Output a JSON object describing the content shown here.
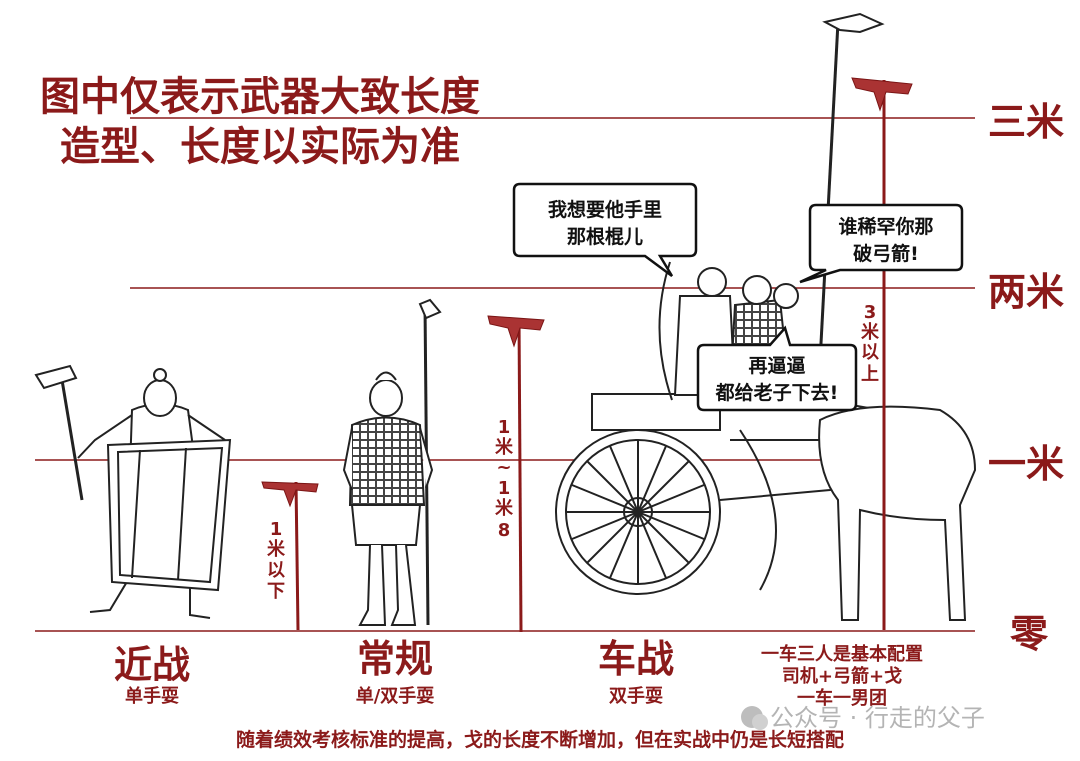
{
  "title_lines": [
    "图中仅表示武器大致长度",
    "造型、长度以实际为准"
  ],
  "scale_labels": {
    "three_m": "三米",
    "two_m": "两米",
    "one_m": "一米",
    "zero": "零"
  },
  "weapon_length_labels": {
    "under_1m": [
      "1",
      "米",
      "以",
      "下"
    ],
    "one_to_1_8": [
      "1",
      "米",
      "~",
      "1",
      "米",
      "8"
    ],
    "over_3m": [
      "3",
      "米",
      "以",
      "上"
    ]
  },
  "speech_bubbles": {
    "left_lines": [
      "我想要他手里",
      "那根棍儿"
    ],
    "right_lines": [
      "谁稀罕你那",
      "破弓箭!"
    ],
    "bottom_lines": [
      "再逼逼",
      "都给老子下去!"
    ]
  },
  "categories": {
    "melee": {
      "title": "近战",
      "subtitle": "单手耍"
    },
    "regular": {
      "title": "常规",
      "subtitle": "单/双手耍"
    },
    "chariot": {
      "title": "车战",
      "subtitle": "双手耍"
    }
  },
  "chariot_notes": [
    "一车三人是基本配置",
    "司机+弓箭+戈",
    "一车一男团"
  ],
  "footer_text": "随着绩效考核标准的提高，戈的长度不断增加，但在实战中仍是长短搭配",
  "watermark": "公众号 · 行走的父子",
  "colors": {
    "accent": "#8b1a1a",
    "ink": "#222222",
    "bubble_ink": "#111111"
  }
}
